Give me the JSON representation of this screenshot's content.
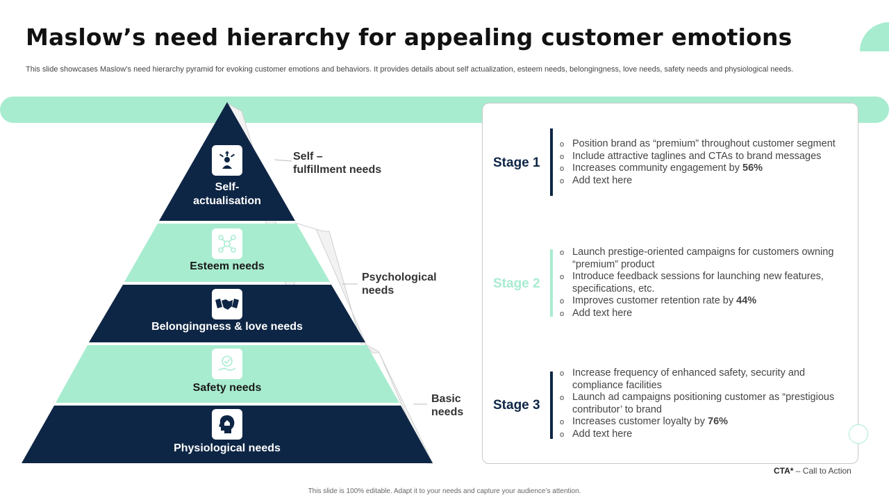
{
  "title": "Maslow’s need hierarchy for appealing customer emotions",
  "subtitle": "This slide showcases Maslow’s need hierarchy pyramid for evoking customer emotions and behaviors. It provides details about self actualization, esteem needs, belongingness, love needs, safety needs and physiological needs.",
  "colors": {
    "navy": "#0e2645",
    "mint": "#a8ecd0",
    "text": "#444444"
  },
  "pyramid": {
    "tiers": [
      {
        "label": "Self-\nactualisation",
        "icon": "self-actualisation-icon",
        "fill": "#0e2645"
      },
      {
        "label": "Esteem needs",
        "icon": "esteem-network-icon",
        "fill": "#a8ecd0"
      },
      {
        "label": "Belongingness & love needs",
        "icon": "handshake-icon",
        "fill": "#0e2645"
      },
      {
        "label": "Safety needs",
        "icon": "safety-hand-icon",
        "fill": "#a8ecd0"
      },
      {
        "label": "Physiological needs",
        "icon": "head-brain-icon",
        "fill": "#0e2645"
      }
    ],
    "groups": [
      {
        "label": "Self –\nfulfillment  needs"
      },
      {
        "label": "Psychological\nneeds"
      },
      {
        "label": "Basic\nneeds"
      }
    ]
  },
  "stages": [
    {
      "title": "Stage 1",
      "color": "#0e2645",
      "bullets": [
        "Position brand as “premium” throughout customer segment",
        "Include attractive taglines and CTAs to brand messages",
        "Increases community engagement by 56%",
        "Add text here"
      ]
    },
    {
      "title": "Stage 2",
      "color": "#a8ecd0",
      "bullets": [
        "Launch prestige-oriented campaigns for customers owning “premium” product",
        "Introduce feedback sessions for launching new features, specifications, etc.",
        "Improves customer retention rate by 44%",
        "Add text here"
      ]
    },
    {
      "title": "Stage 3",
      "color": "#0e2645",
      "bullets": [
        "Increase frequency of enhanced safety, security and compliance facilities",
        "Launch ad campaigns positioning customer as “prestigious contributor’ to brand",
        "Increases customer loyalty by 76%",
        "Add text here"
      ]
    }
  ],
  "note": {
    "abbr": "CTA*",
    "text": " – Call to Action"
  },
  "footer": "This slide is 100% editable. Adapt it to your needs and capture your audience’s attention."
}
